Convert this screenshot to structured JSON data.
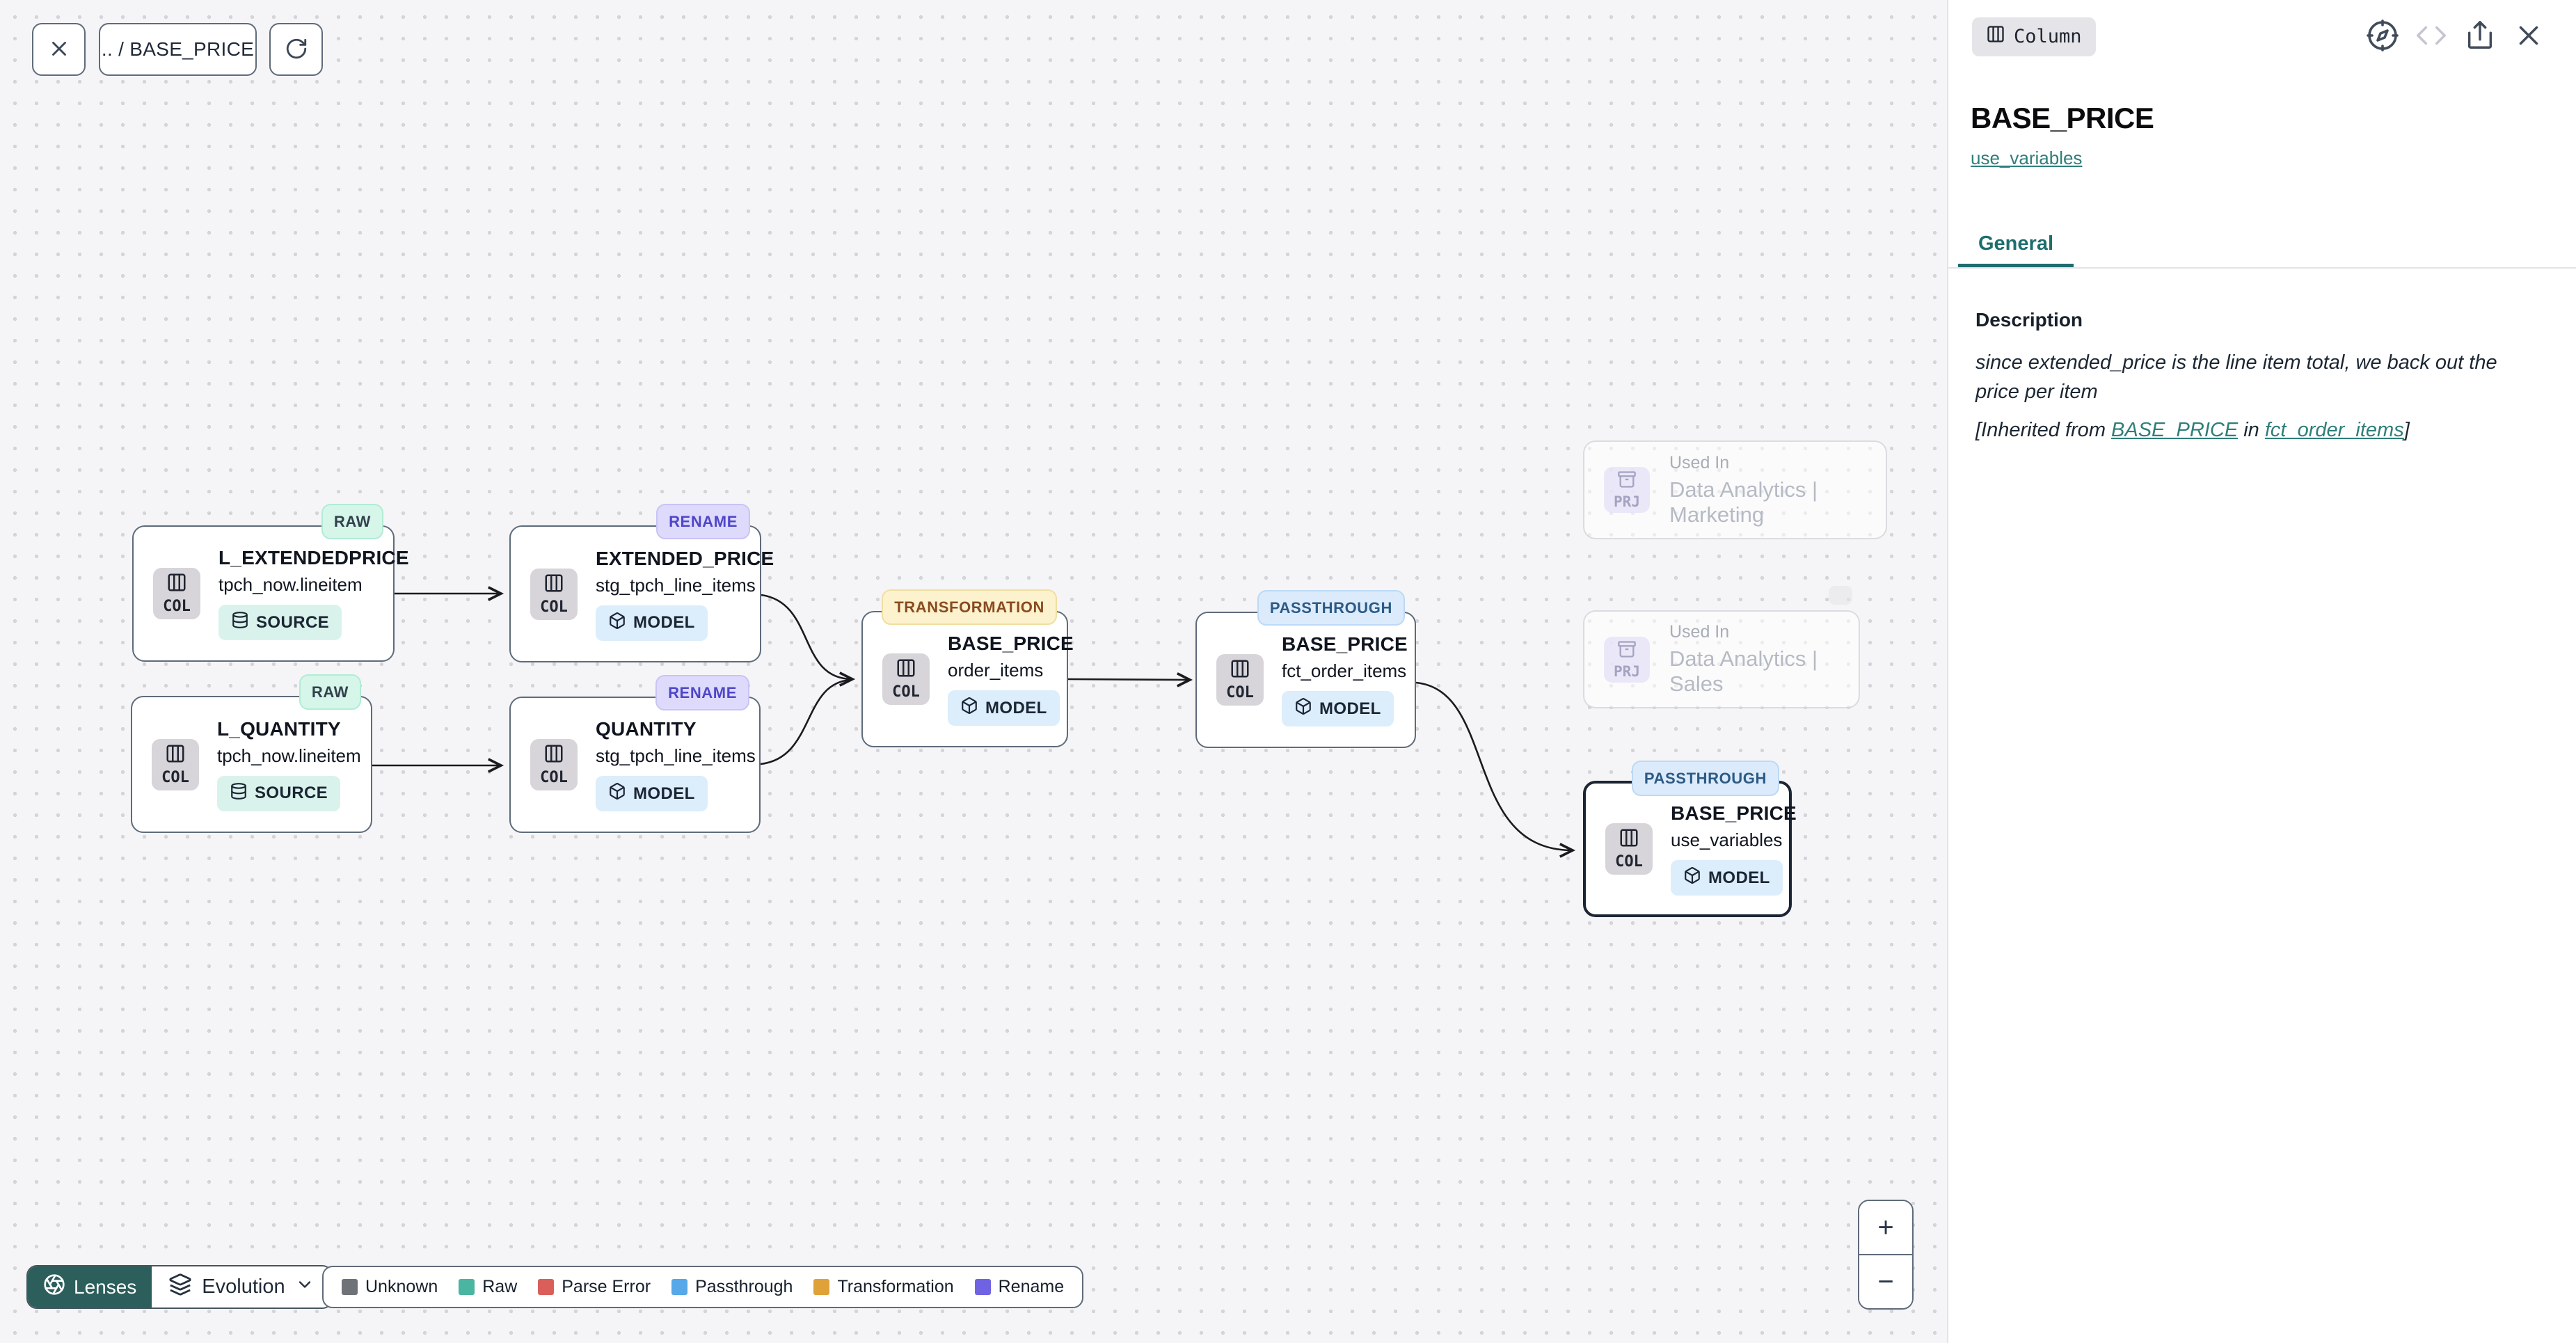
{
  "toolbar": {
    "breadcrumb": ".. / BASE_PRICE"
  },
  "nodes": [
    {
      "badge": "RAW",
      "title": "L_EXTENDEDPRICE",
      "subtitle": "tpch_now.lineitem",
      "type": "SOURCE",
      "kind": "COL"
    },
    {
      "badge": "RENAME",
      "title": "EXTENDED_PRICE",
      "subtitle": "stg_tpch_line_items",
      "type": "MODEL",
      "kind": "COL"
    },
    {
      "badge": "RAW",
      "title": "L_QUANTITY",
      "subtitle": "tpch_now.lineitem",
      "type": "SOURCE",
      "kind": "COL"
    },
    {
      "badge": "RENAME",
      "title": "QUANTITY",
      "subtitle": "stg_tpch_line_items",
      "type": "MODEL",
      "kind": "COL"
    },
    {
      "badge": "TRANSFORMATION",
      "title": "BASE_PRICE",
      "subtitle": "order_items",
      "type": "MODEL",
      "kind": "COL"
    },
    {
      "badge": "PASSTHROUGH",
      "title": "BASE_PRICE",
      "subtitle": "fct_order_items",
      "type": "MODEL",
      "kind": "COL"
    },
    {
      "badge": "PASSTHROUGH",
      "title": "BASE_PRICE",
      "subtitle": "use_variables",
      "type": "MODEL",
      "kind": "COL"
    }
  ],
  "used_in": [
    {
      "label": "Used In",
      "project": "Data Analytics | Marketing",
      "kind": "PRJ"
    },
    {
      "label": "Used In",
      "project": "Data Analytics | Sales",
      "kind": "PRJ"
    }
  ],
  "lenses": {
    "label": "Lenses",
    "selected_lens": "Evolution"
  },
  "legend": {
    "items": [
      {
        "label": "Unknown",
        "color": "#6f7276"
      },
      {
        "label": "Raw",
        "color": "#4ab5a1"
      },
      {
        "label": "Parse Error",
        "color": "#da5f5b"
      },
      {
        "label": "Passthrough",
        "color": "#56a8e8"
      },
      {
        "label": "Transformation",
        "color": "#dfa239"
      },
      {
        "label": "Rename",
        "color": "#6f63e3"
      }
    ]
  },
  "zoom_controls": {
    "zoom_in": "+",
    "zoom_out": "−"
  },
  "panel": {
    "type_badge": "Column",
    "title": "BASE_PRICE",
    "model_link": "use_variables",
    "tabs": [
      {
        "label": "General"
      }
    ],
    "description": {
      "heading": "Description",
      "body": "since extended_price is the line item total, we back out the price per item",
      "inherited_prefix": "[Inherited from ",
      "inherited_link1": "BASE_PRICE",
      "inherited_mid": " in ",
      "inherited_link2": "fct_order_items",
      "inherited_suffix": "]"
    }
  },
  "colors": {
    "accent_teal": "#1e6e6e",
    "edge": "#1b1b1f",
    "selected_border": "#1b2533"
  }
}
